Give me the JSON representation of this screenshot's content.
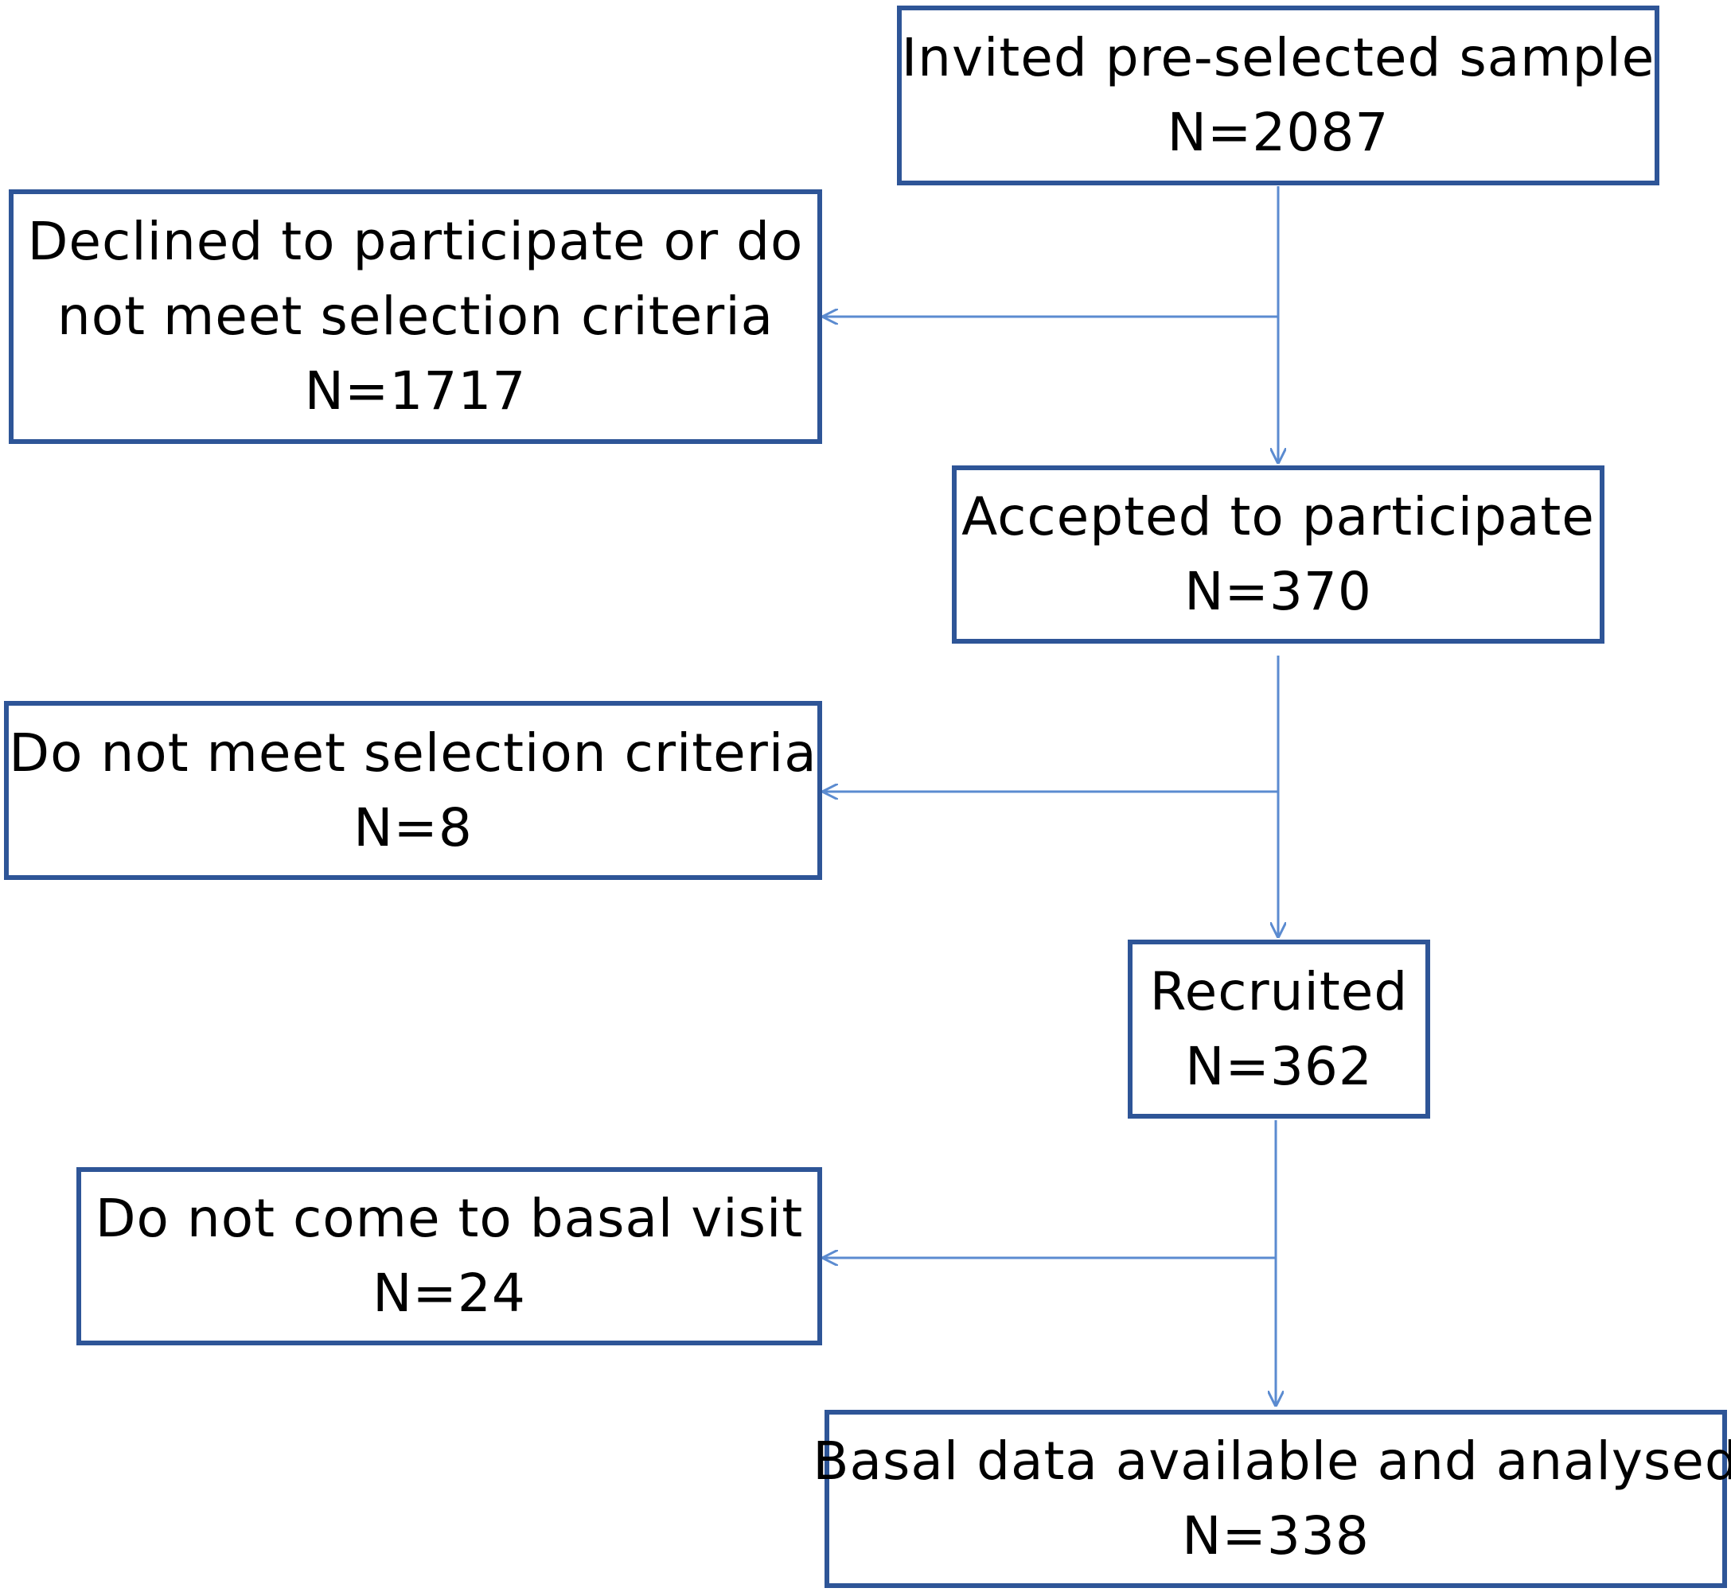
{
  "colors": {
    "box_border": "#2E5597",
    "connector": "#5B8BD0",
    "text": "#000000",
    "background": "#FFFFFF"
  },
  "flow": {
    "invited": {
      "label": "Invited pre-selected sample",
      "count": "N=2087"
    },
    "excluded_1": {
      "label_line1": "Declined to participate or do",
      "label_line2": "not meet selection criteria",
      "count": "N=1717"
    },
    "accepted": {
      "label": "Accepted to participate",
      "count": "N=370"
    },
    "excluded_2": {
      "label": "Do not meet selection criteria",
      "count": "N=8"
    },
    "recruited": {
      "label": "Recruited",
      "count": "N=362"
    },
    "excluded_3": {
      "label": "Do not come to basal visit",
      "count": "N=24"
    },
    "analysed": {
      "label": "Basal data available and analysed",
      "count": "N=338"
    }
  }
}
